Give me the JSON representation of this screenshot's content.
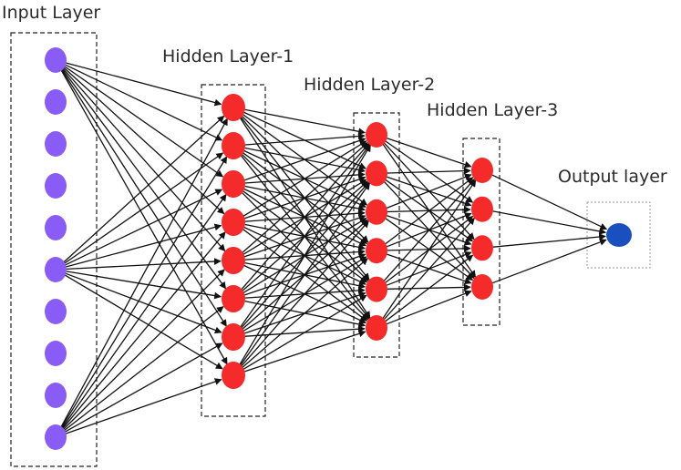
{
  "diagram": {
    "labels": {
      "input": "Input Layer",
      "hidden1": "Hidden Layer-1",
      "hidden2": "Hidden Layer-2",
      "hidden3": "Hidden Layer-3",
      "output": "Output layer"
    },
    "layers": [
      {
        "name": "input-layer",
        "neurons": 10,
        "color": "#8a5cf6"
      },
      {
        "name": "hidden-layer-1",
        "neurons": 8,
        "color": "#f52a2a"
      },
      {
        "name": "hidden-layer-2",
        "neurons": 6,
        "color": "#f52a2a"
      },
      {
        "name": "hidden-layer-3",
        "neurons": 4,
        "color": "#f52a2a"
      },
      {
        "name": "output-layer",
        "neurons": 1,
        "color": "#1a4fc0"
      }
    ],
    "colors": {
      "input": "#8a5cf6",
      "hidden": "#f52a2a",
      "output": "#1a4fc0",
      "edge": "#111111",
      "box": "#222222",
      "output_box": "#999999"
    }
  }
}
